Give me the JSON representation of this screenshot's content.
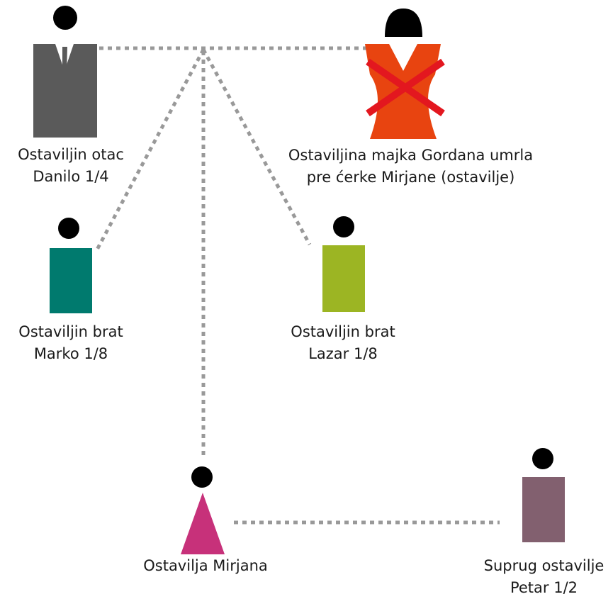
{
  "colors": {
    "connector": "#999999",
    "head": "#000000",
    "father_suit": "#5a5a5a",
    "father_shirt": "#ffffff",
    "mother_dress": "#e84410",
    "deceased_mark": "#e3171f",
    "brother_marko": "#007a6e",
    "brother_lazar": "#9cb523",
    "mirjana": "#c7317a",
    "spouse": "#82606f"
  },
  "people": {
    "father": {
      "line1": "Ostaviljin otac",
      "line2": "Danilo 1/4",
      "icon": "man-in-suit-icon"
    },
    "mother": {
      "line1": "Ostaviljina majka Gordana umrla",
      "line2": "pre ćerke Mirjane (ostavilje)",
      "icon": "woman-icon",
      "status_icon": "deceased-cross-icon"
    },
    "brother_marko": {
      "line1": "Ostaviljin brat",
      "line2": "Marko 1/8",
      "icon": "person-rectangle-icon"
    },
    "brother_lazar": {
      "line1": "Ostaviljin brat",
      "line2": "Lazar 1/8",
      "icon": "person-rectangle-icon"
    },
    "mirjana": {
      "line1": "Ostavilja Mirjana",
      "icon": "person-triangle-icon"
    },
    "spouse": {
      "line1": "Suprug ostavilje",
      "line2": "Petar 1/2",
      "icon": "person-rectangle-icon"
    }
  }
}
